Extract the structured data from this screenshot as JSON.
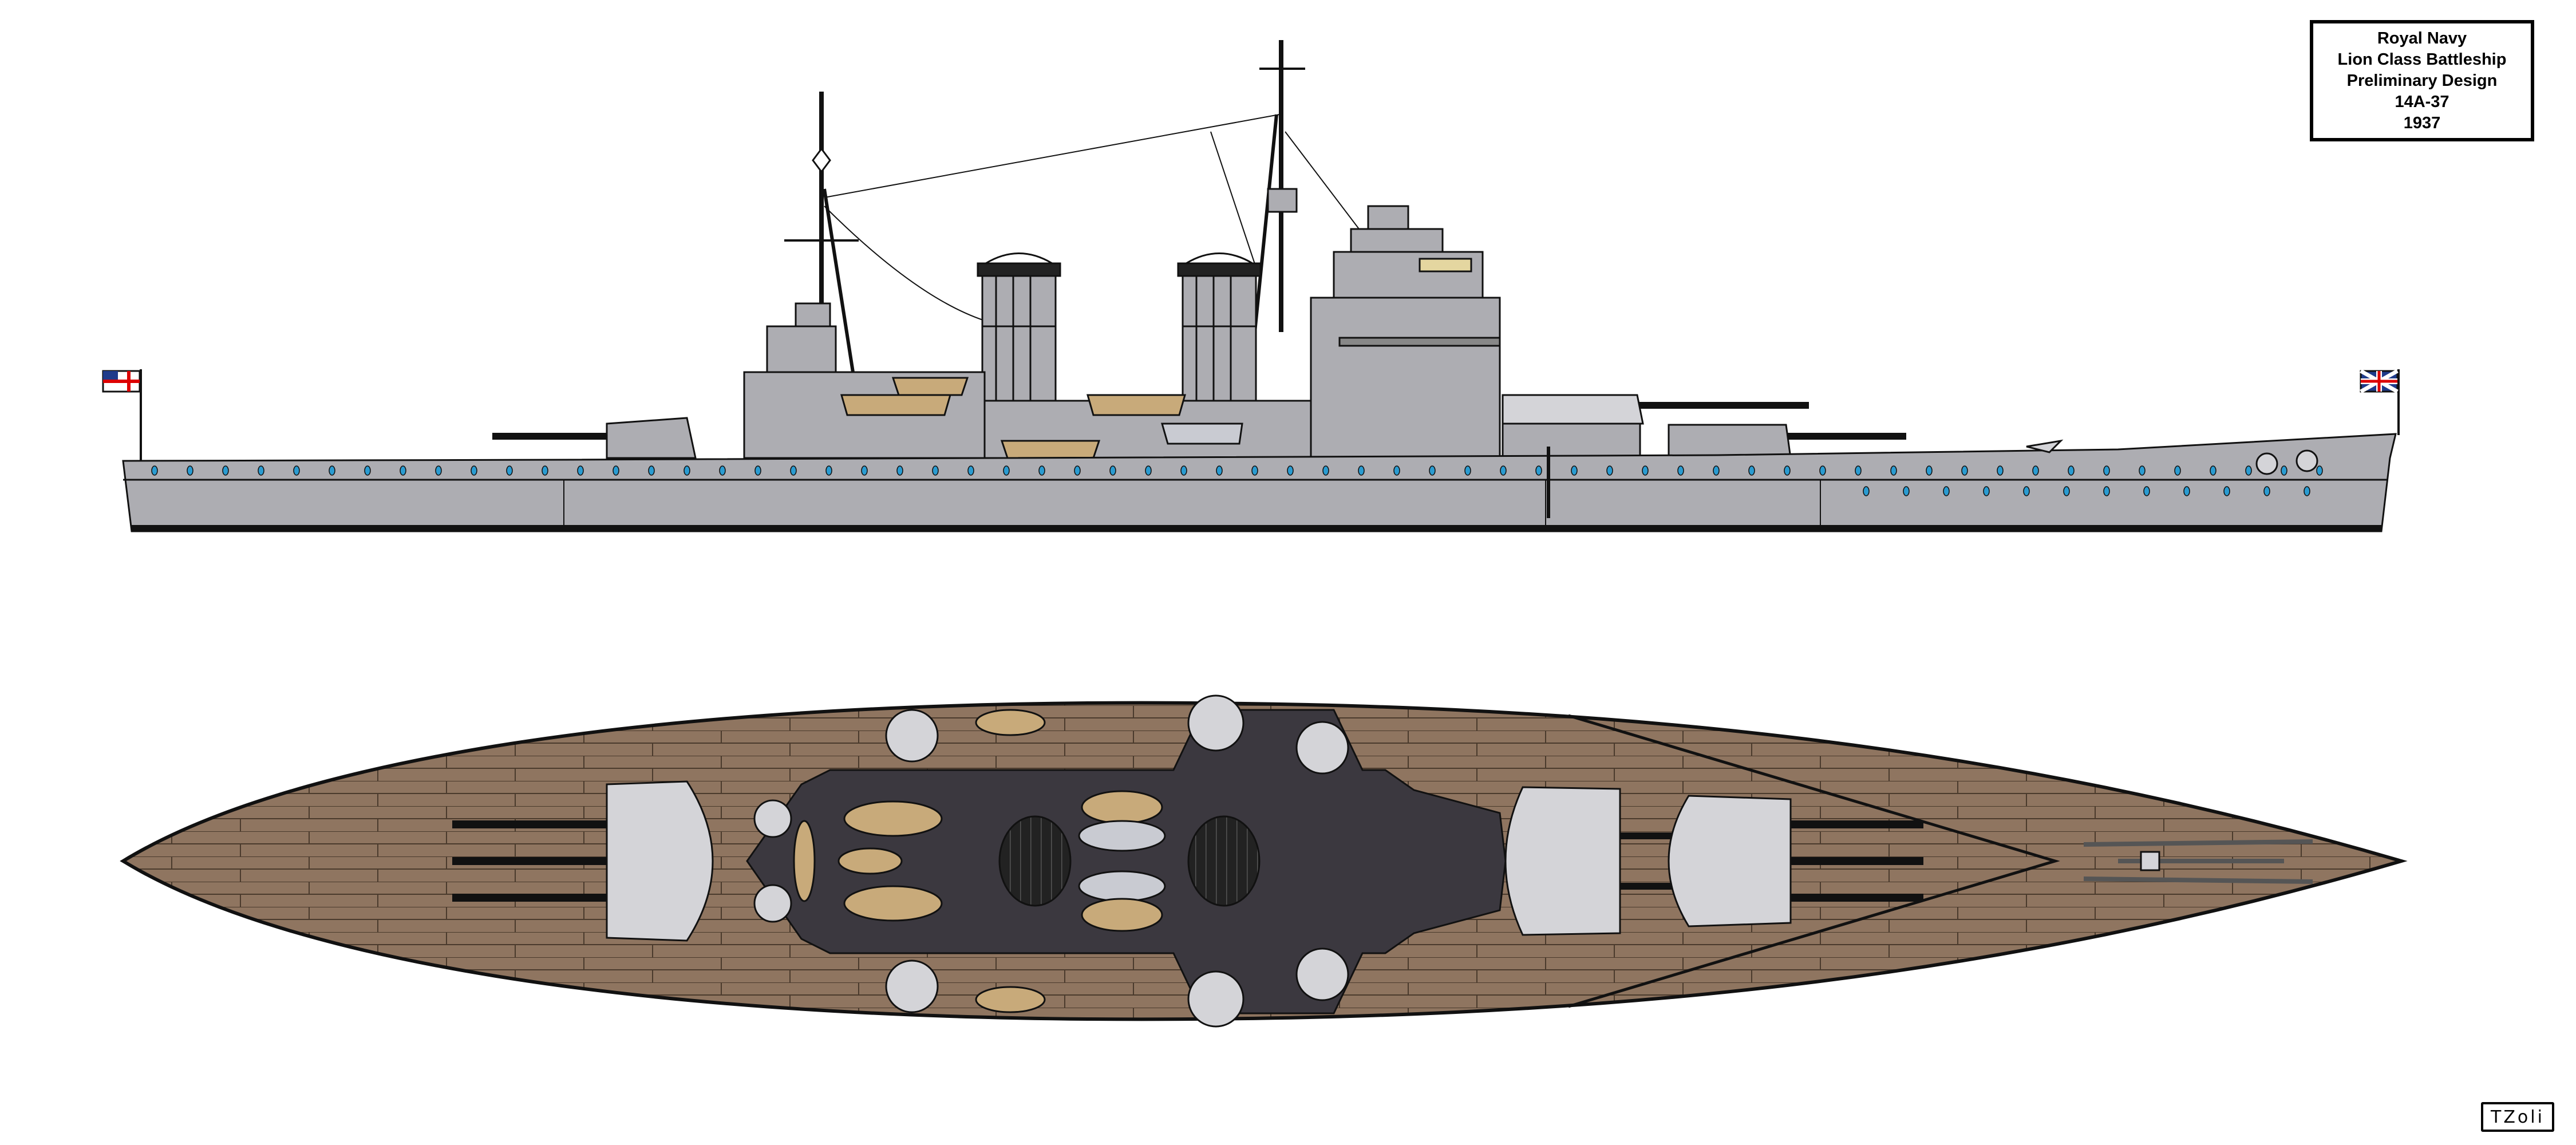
{
  "title_block": {
    "lines": [
      "Royal Navy",
      "Lion Class Battleship",
      "Preliminary Design",
      "14A-37",
      "1937"
    ]
  },
  "signature": "TZoli",
  "colors": {
    "hull_grey": "#adadb2",
    "light_grey": "#d4d4d8",
    "deck_wood": "#8f7560",
    "superstructure_top": "#3b383f",
    "boat_tan": "#c8aa7a",
    "raft_yellow": "#e8cf2a",
    "porthole_blue": "#2a9bd0",
    "boot_top": "#111111"
  }
}
